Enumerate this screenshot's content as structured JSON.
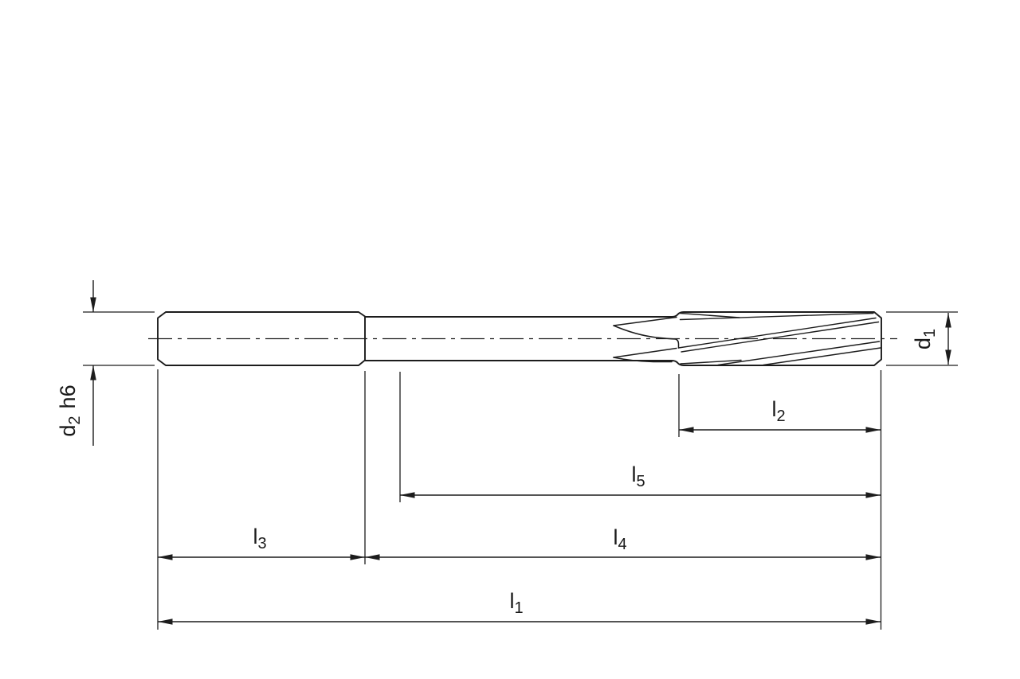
{
  "page": {
    "background_color": "#ffffff",
    "line_color": "#1c1c1c",
    "description": "Technical dimension drawing of a spiral-fluted machine reamer, side view"
  },
  "labels": {
    "d2h6": {
      "base": "d",
      "sub": "2",
      "suffix": "h6"
    },
    "d1": {
      "base": "d",
      "sub": "1"
    },
    "l1": {
      "base": "l",
      "sub": "1"
    },
    "l2": {
      "base": "l",
      "sub": "2"
    },
    "l3": {
      "base": "l",
      "sub": "3"
    },
    "l4": {
      "base": "l",
      "sub": "4"
    },
    "l5": {
      "base": "l",
      "sub": "5"
    }
  },
  "dimension_callouts": [
    {
      "id": "d2h6",
      "text": "d2 h6",
      "orientation": "vertical-left",
      "measures_between": "shank top and bottom edges"
    },
    {
      "id": "d1",
      "text": "d1",
      "orientation": "vertical-right",
      "measures_between": "cutting body top and bottom edges"
    },
    {
      "id": "l2",
      "text": "l2",
      "orientation": "horizontal",
      "measures_between": "flute section start and tool tip"
    },
    {
      "id": "l5",
      "text": "l5",
      "orientation": "horizontal",
      "measures_between": "neck start and tool tip"
    },
    {
      "id": "l3",
      "text": "l3",
      "orientation": "horizontal",
      "measures_between": "shank left end and shank right end"
    },
    {
      "id": "l4",
      "text": "l4",
      "orientation": "horizontal",
      "measures_between": "shank right end and tool tip"
    },
    {
      "id": "l1",
      "text": "l1",
      "orientation": "horizontal",
      "measures_between": "overall length, left end to tool tip"
    }
  ]
}
